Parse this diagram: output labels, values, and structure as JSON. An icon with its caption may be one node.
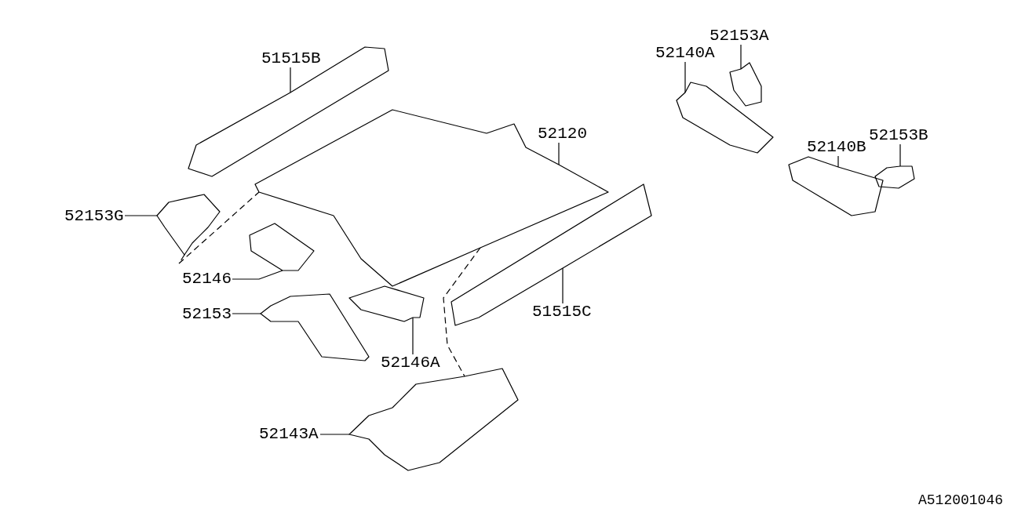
{
  "diagram": {
    "nodes": [
      {
        "text": [
          "51515B"
        ]
      },
      {
        "text": [],
        "shape": "picture"
      },
      {
        "text": [
          "52140A"
        ]
      },
      {
        "text": [],
        "shape": "picture"
      },
      {
        "text": [
          "52153A"
        ]
      },
      {
        "text": [],
        "shape": "picture"
      },
      {
        "text": [
          "52120"
        ]
      },
      {
        "text": [],
        "shape": "picture"
      },
      {
        "text": [
          "52140B"
        ]
      },
      {
        "text": [],
        "shape": "picture"
      },
      {
        "text": [
          "52153B"
        ]
      },
      {
        "text": [],
        "shape": "picture"
      },
      {
        "text": [
          "52153G"
        ]
      },
      {
        "text": [],
        "shape": "picture"
      },
      {
        "text": [
          "52146"
        ]
      },
      {
        "text": [],
        "shape": "picture"
      },
      {
        "text": [
          "51515C"
        ]
      },
      {
        "text": [],
        "shape": "picture"
      },
      {
        "text": [
          "52153"
        ]
      },
      {
        "text": [],
        "shape": "picture"
      },
      {
        "text": [
          "52146A"
        ]
      },
      {
        "text": [],
        "shape": "picture"
      },
      {
        "text": [
          "52143A"
        ]
      },
      {
        "text": [],
        "shape": "picture"
      }
    ],
    "edges": [
      {
        "from": 0,
        "to": 1,
        "arrow": "none"
      },
      {
        "from": 2,
        "to": 3,
        "arrow": "none"
      },
      {
        "from": 4,
        "to": 5,
        "arrow": "none"
      },
      {
        "from": 6,
        "to": 7,
        "arrow": "none"
      },
      {
        "from": 8,
        "to": 9,
        "arrow": "none"
      },
      {
        "from": 10,
        "to": 11,
        "arrow": "none"
      },
      {
        "from": 12,
        "to": 13,
        "arrow": "none"
      },
      {
        "from": 14,
        "to": 15,
        "arrow": "none"
      },
      {
        "from": 16,
        "to": 17,
        "arrow": "none"
      },
      {
        "from": 18,
        "to": 19,
        "arrow": "none"
      },
      {
        "from": 20,
        "to": 21,
        "arrow": "none"
      },
      {
        "from": 22,
        "to": 23,
        "arrow": "none"
      },
      {
        "from": 13,
        "to": 7,
        "arrow": "none",
        "style": "dashed"
      },
      {
        "from": 7,
        "to": 23,
        "arrow": "none",
        "style": "dashed"
      }
    ],
    "labels": [
      "A512001046"
    ]
  }
}
